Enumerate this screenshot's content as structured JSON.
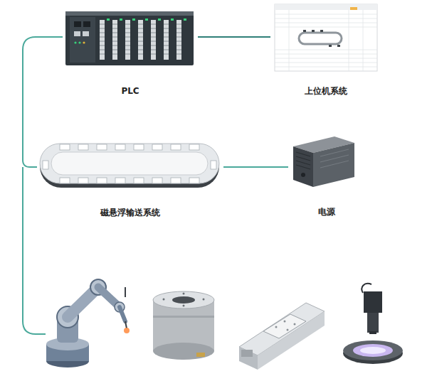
{
  "diagram": {
    "nodes": [
      {
        "text": [
          "PLC"
        ]
      },
      {
        "text": [
          "上位机系统"
        ]
      },
      {
        "text": [
          "磁悬浮输送系统"
        ]
      },
      {
        "text": [
          "电源"
        ]
      }
    ],
    "edges": [
      {
        "from": 0,
        "to": 1,
        "arrow": "none"
      },
      {
        "from": 0,
        "to": 2,
        "arrow": "none"
      },
      {
        "from": 2,
        "to": 3,
        "arrow": "none"
      }
    ]
  }
}
